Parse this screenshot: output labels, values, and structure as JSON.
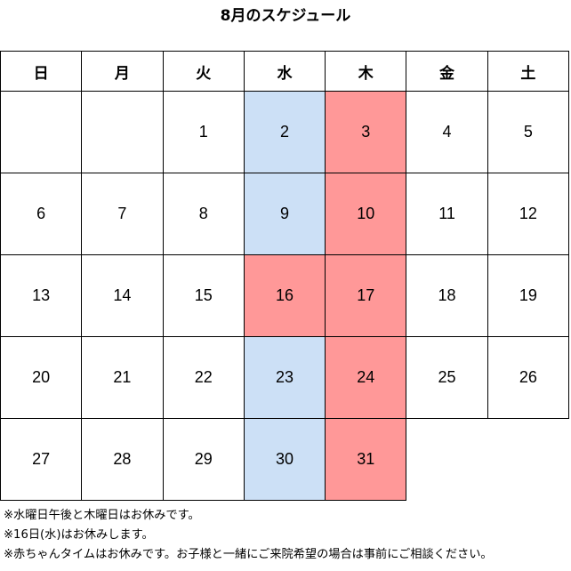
{
  "title": "8月のスケジュール",
  "colors": {
    "half_closed": "#cce0f6",
    "closed": "#ff9898",
    "border": "#000000"
  },
  "weekdays": [
    "日",
    "月",
    "火",
    "水",
    "木",
    "金",
    "土"
  ],
  "weeks": [
    [
      {
        "day": ""
      },
      {
        "day": ""
      },
      {
        "day": "1"
      },
      {
        "day": "2",
        "status": "half_closed"
      },
      {
        "day": "3",
        "status": "closed"
      },
      {
        "day": "4"
      },
      {
        "day": "5"
      }
    ],
    [
      {
        "day": "6"
      },
      {
        "day": "7"
      },
      {
        "day": "8"
      },
      {
        "day": "9",
        "status": "half_closed"
      },
      {
        "day": "10",
        "status": "closed"
      },
      {
        "day": "11"
      },
      {
        "day": "12"
      }
    ],
    [
      {
        "day": "13"
      },
      {
        "day": "14"
      },
      {
        "day": "15"
      },
      {
        "day": "16",
        "status": "closed"
      },
      {
        "day": "17",
        "status": "closed"
      },
      {
        "day": "18"
      },
      {
        "day": "19"
      }
    ],
    [
      {
        "day": "20"
      },
      {
        "day": "21"
      },
      {
        "day": "22"
      },
      {
        "day": "23",
        "status": "half_closed"
      },
      {
        "day": "24",
        "status": "closed"
      },
      {
        "day": "25"
      },
      {
        "day": "26"
      }
    ],
    [
      {
        "day": "27"
      },
      {
        "day": "28"
      },
      {
        "day": "29"
      },
      {
        "day": "30",
        "status": "half_closed"
      },
      {
        "day": "31",
        "status": "closed"
      }
    ]
  ],
  "notes": [
    "※水曜日午後と木曜日はお休みです。",
    "※16日(水)はお休みします。",
    "※赤ちゃんタイムはお休みです。お子様と一緒にご来院希望の場合は事前にご相談ください。"
  ]
}
